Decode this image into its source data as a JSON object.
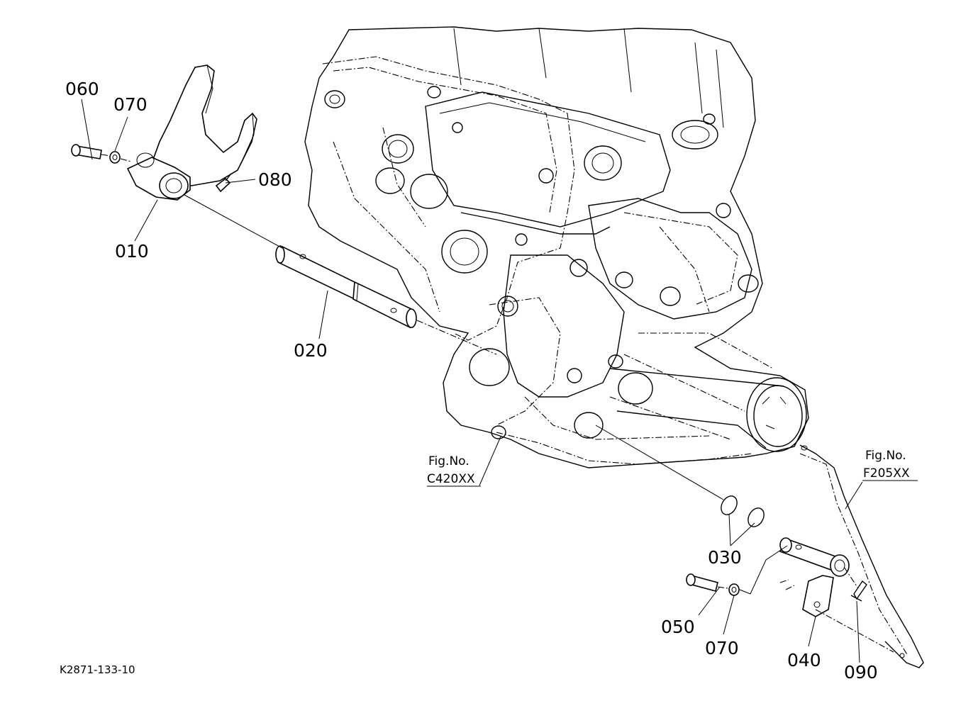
{
  "diagram": {
    "part_labels": {
      "p060": "060",
      "p070_top": "070",
      "p080": "080",
      "p010": "010",
      "p020": "020",
      "p030": "030",
      "p050": "050",
      "p070_bottom": "070",
      "p040": "040",
      "p090": "090"
    },
    "references": {
      "left": {
        "line1": "Fig.No.",
        "line2": "C420XX"
      },
      "right": {
        "line1": "Fig.No.",
        "line2": "F205XX"
      }
    },
    "drawing_code": "K2871-133-10"
  }
}
